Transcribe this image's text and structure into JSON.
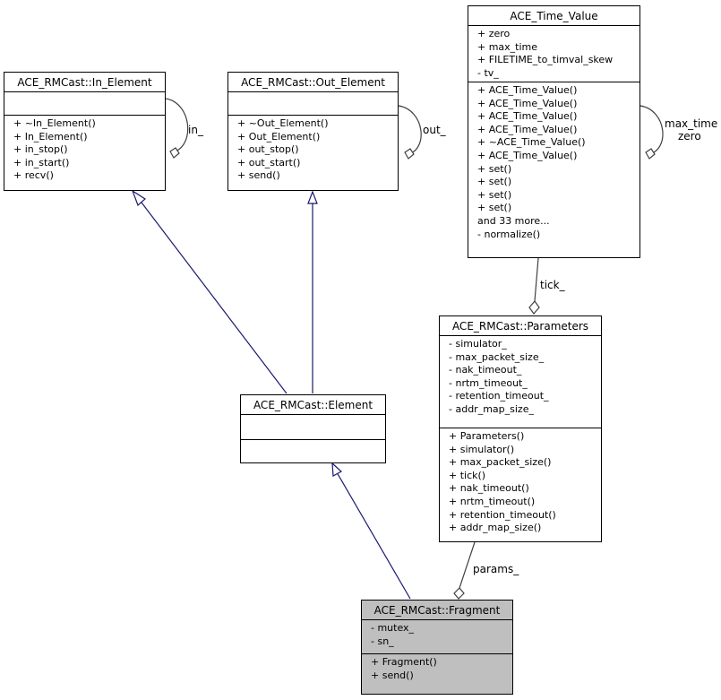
{
  "classes": {
    "time_value": {
      "title": "ACE_Time_Value",
      "attributes": [
        "+ zero",
        "+ max_time",
        "+ FILETIME_to_timval_skew",
        "- tv_"
      ],
      "methods": [
        "+ ACE_Time_Value()",
        "+ ACE_Time_Value()",
        "+ ACE_Time_Value()",
        "+ ACE_Time_Value()",
        "+ ~ACE_Time_Value()",
        "+ ACE_Time_Value()",
        "+ set()",
        "+ set()",
        "+ set()",
        "+ set()",
        "and 33 more...",
        "- normalize()"
      ]
    },
    "in_element": {
      "title": "ACE_RMCast::In_Element",
      "attributes": [],
      "methods": [
        "+ ~In_Element()",
        "+ In_Element()",
        "+ in_stop()",
        "+ in_start()",
        "+ recv()"
      ]
    },
    "out_element": {
      "title": "ACE_RMCast::Out_Element",
      "attributes": [],
      "methods": [
        "+ ~Out_Element()",
        "+ Out_Element()",
        "+ out_stop()",
        "+ out_start()",
        "+ send()"
      ]
    },
    "parameters": {
      "title": "ACE_RMCast::Parameters",
      "attributes": [
        "- simulator_",
        "- max_packet_size_",
        "- nak_timeout_",
        "- nrtm_timeout_",
        "- retention_timeout_",
        "- addr_map_size_"
      ],
      "methods": [
        "+ Parameters()",
        "+ simulator()",
        "+ max_packet_size()",
        "+ tick()",
        "+ nak_timeout()",
        "+ nrtm_timeout()",
        "+ retention_timeout()",
        "+ addr_map_size()"
      ]
    },
    "element": {
      "title": "ACE_RMCast::Element",
      "attributes": [],
      "methods": []
    },
    "fragment": {
      "title": "ACE_RMCast::Fragment",
      "attributes": [
        "- mutex_",
        "- sn_"
      ],
      "methods": [
        "+ Fragment()",
        "+ send()"
      ]
    }
  },
  "edge_labels": {
    "in_self": "in_",
    "out_self": "out_",
    "time_self_1": "max_time",
    "time_self_2": "zero",
    "tick": "tick_",
    "params": "params_"
  },
  "colors": {
    "inheritance": "#191970",
    "association": "#404040",
    "highlight_fill": "#bfbfbf"
  }
}
